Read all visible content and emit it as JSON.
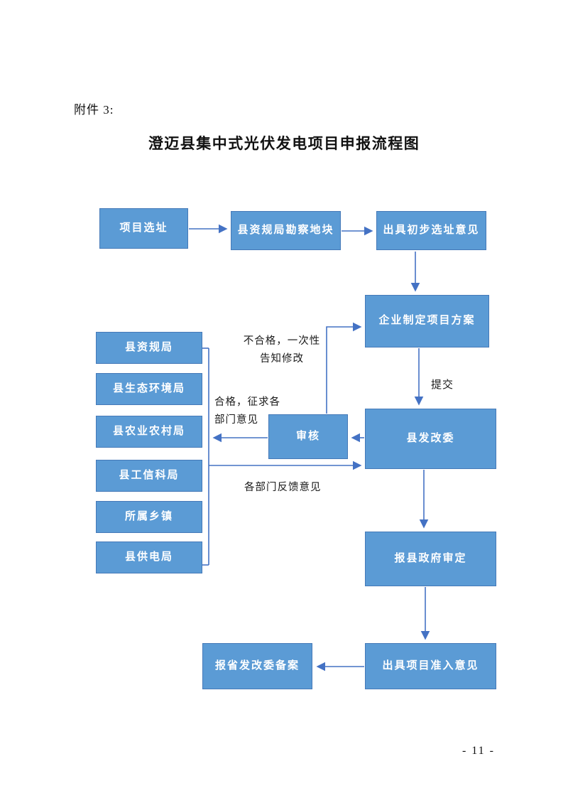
{
  "document": {
    "attachment_label": "附件 3:",
    "title": "澄迈县集中式光伏发电项目申报流程图",
    "page_number": "- 11 -"
  },
  "flowchart": {
    "nodes": {
      "site_selection": "项目选址",
      "survey_plot": "县资规局勘察地块",
      "initial_opinion": "出具初步选址意见",
      "enterprise_plan": "企业制定项目方案",
      "review": "审核",
      "county_fgw": "县发改委",
      "dept_resources": "县资规局",
      "dept_ecology": "县生态环境局",
      "dept_agriculture": "县农业农村局",
      "dept_industry": "县工信科局",
      "dept_township": "所属乡镇",
      "dept_power": "县供电局",
      "county_gov": "报县政府审定",
      "admission_opinion": "出具项目准入意见",
      "provincial_record": "报省发改委备案"
    },
    "labels": {
      "submit": "提交",
      "unqualified": "不合格，一次性\n告知修改",
      "qualified": "合格，征求各\n部门意见",
      "feedback": "各部门反馈意见"
    },
    "colors": {
      "box_fill": "#5b9bd5",
      "box_border": "#4579b8",
      "arrow": "#4472c4",
      "box_text": "#ffffff"
    }
  }
}
